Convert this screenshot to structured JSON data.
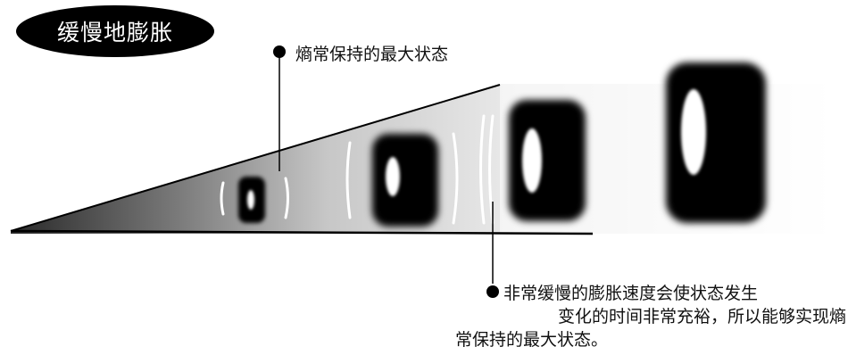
{
  "title": "缓慢地膨胀",
  "callout_top": "熵常保持的最大状态",
  "callout_bottom_lines": [
    "非常缓慢的膨胀速度会使状态发生",
    "变化的时间非常充裕，所以能够实现熵",
    "常保持的最大状态。"
  ],
  "colors": {
    "ink": "#000000",
    "wedge_dark": "#2a2a2a",
    "wedge_light": "#f2f2f2",
    "background": "#ffffff"
  }
}
